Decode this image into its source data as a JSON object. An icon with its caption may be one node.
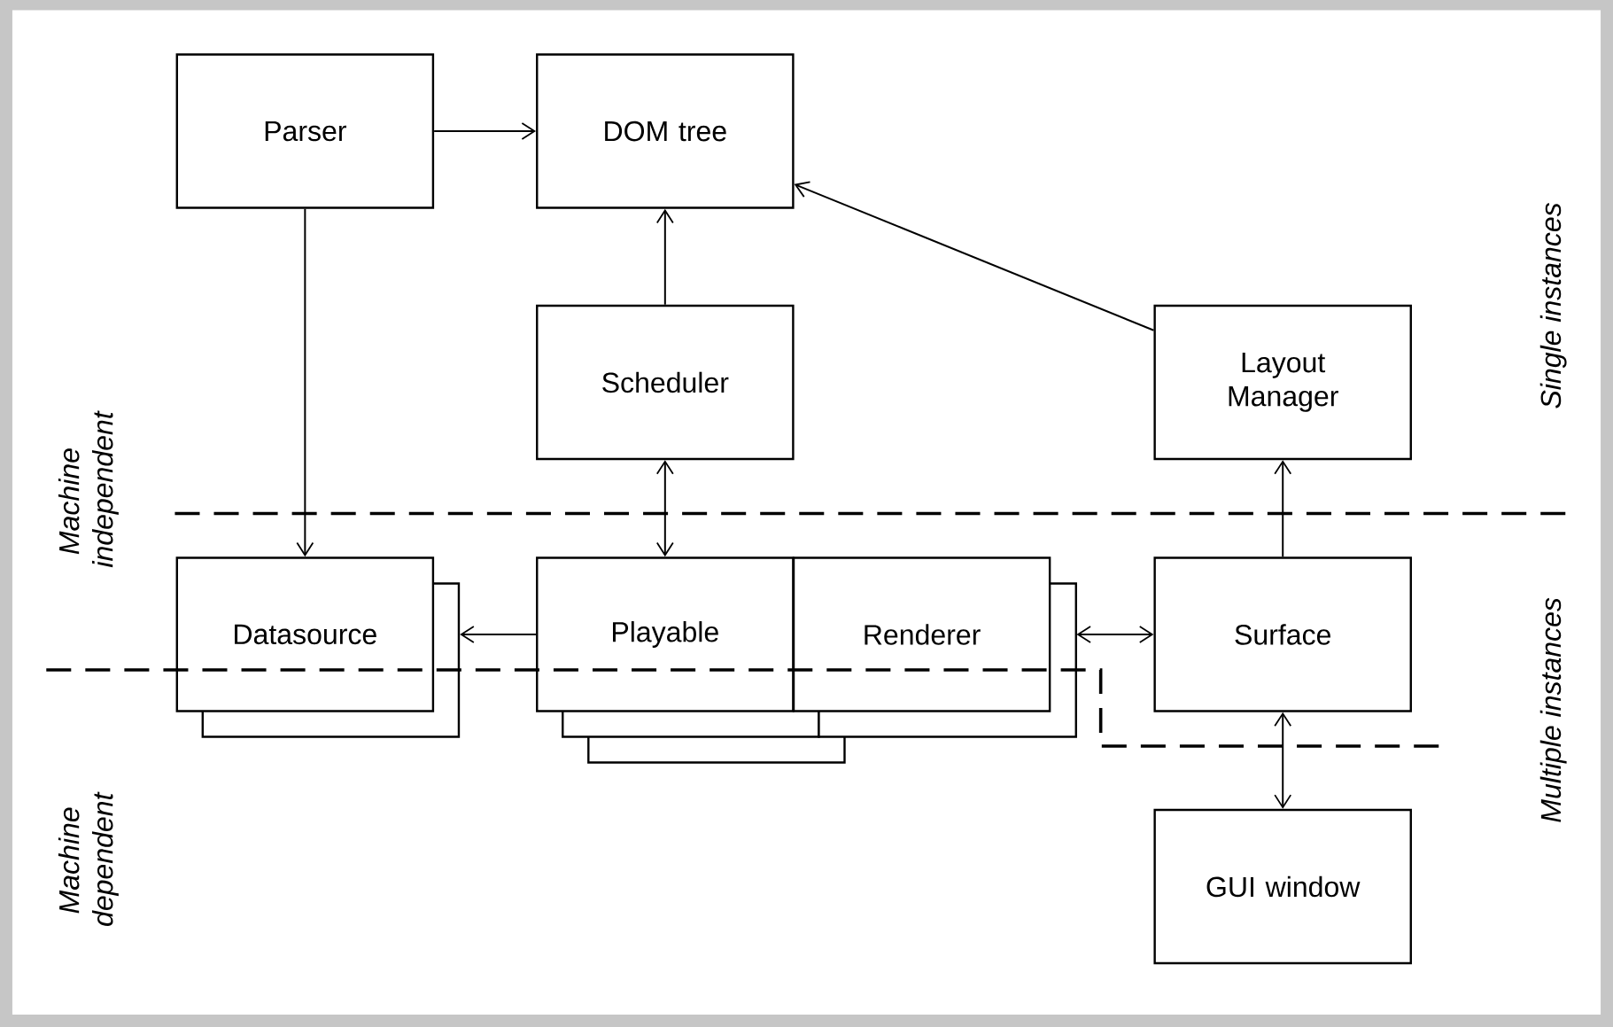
{
  "diagram": {
    "nodes": [
      {
        "text": [
          "Parser"
        ]
      },
      {
        "text": [
          "DOM tree"
        ]
      },
      {
        "text": [
          "Scheduler"
        ]
      },
      {
        "text": [
          "Layout Manager"
        ]
      },
      {
        "text": [
          "Datasource"
        ]
      },
      {
        "text": [
          "Playable"
        ]
      },
      {
        "text": [
          "Renderer"
        ]
      },
      {
        "text": [
          "Surface"
        ]
      },
      {
        "text": [
          "GUI window"
        ]
      }
    ],
    "edges": [
      {
        "from": 0,
        "to": 1,
        "arrow": "to"
      },
      {
        "from": 0,
        "to": 4,
        "arrow": "to"
      },
      {
        "from": 2,
        "to": 1,
        "arrow": "to"
      },
      {
        "from": 3,
        "to": 1,
        "arrow": "to"
      },
      {
        "from": 2,
        "to": 5,
        "arrow": "both"
      },
      {
        "from": 5,
        "to": 4,
        "arrow": "to"
      },
      {
        "from": 6,
        "to": 7,
        "arrow": "both"
      },
      {
        "from": 7,
        "to": 3,
        "arrow": "to"
      },
      {
        "from": 7,
        "to": 8,
        "arrow": "both"
      }
    ],
    "labels": [
      "Machine independent",
      "Single instances",
      "Machine dependent",
      "Multiple instances"
    ]
  }
}
